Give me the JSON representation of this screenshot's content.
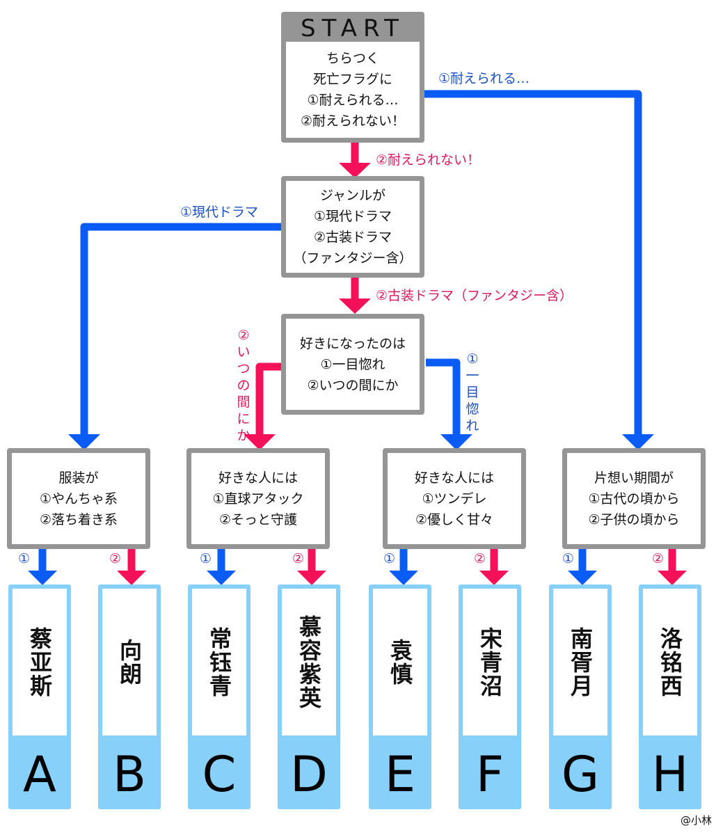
{
  "start": {
    "title": "START",
    "lines": [
      "ちらつく",
      "死亡フラグに",
      "①耐えられる…",
      "②耐えられない！"
    ]
  },
  "edges": {
    "start_opt1": "①耐えられる…",
    "start_opt2": "②耐えられない！",
    "genre_opt1": "①現代ドラマ",
    "genre_opt2": "②古装ドラマ（ファンタジー含）",
    "like_opt1_chars": [
      "①",
      "一",
      "目",
      "惚",
      "れ"
    ],
    "like_opt2_chars": [
      "②",
      "い",
      "つ",
      "の",
      "間",
      "に",
      "か"
    ],
    "leaf_opt1": "①",
    "leaf_opt2": "②"
  },
  "nodes": {
    "genre": [
      "ジャンルが",
      "①現代ドラマ",
      "②古装ドラマ",
      "（ファンタジー含）"
    ],
    "like": [
      "好きになったのは",
      "①一目惚れ",
      "②いつの間にか"
    ],
    "clothes": [
      "服装が",
      "①やんちゃ系",
      "②落ち着き系"
    ],
    "approach": [
      "好きな人には",
      "①直球アタック",
      "②そっと守護"
    ],
    "attitude": [
      "好きな人には",
      "①ツンデレ",
      "②優しく甘々"
    ],
    "crush": [
      "片想い期間が",
      "①古代の頃から",
      "②子供の頃から"
    ]
  },
  "results": [
    {
      "letter": "A",
      "name": "蔡亚斯"
    },
    {
      "letter": "B",
      "name": "向朗"
    },
    {
      "letter": "C",
      "name": "常钰青"
    },
    {
      "letter": "D",
      "name": "慕容紫英"
    },
    {
      "letter": "E",
      "name": "袁慎"
    },
    {
      "letter": "F",
      "name": "宋青沼"
    },
    {
      "letter": "G",
      "name": "南胥月"
    },
    {
      "letter": "H",
      "name": "洛铭西"
    }
  ],
  "credit": "@小林",
  "colors": {
    "option1": "#0b5cf5",
    "option2": "#f5115a",
    "node_border": "#959595",
    "result_card": "#87d0fa"
  }
}
